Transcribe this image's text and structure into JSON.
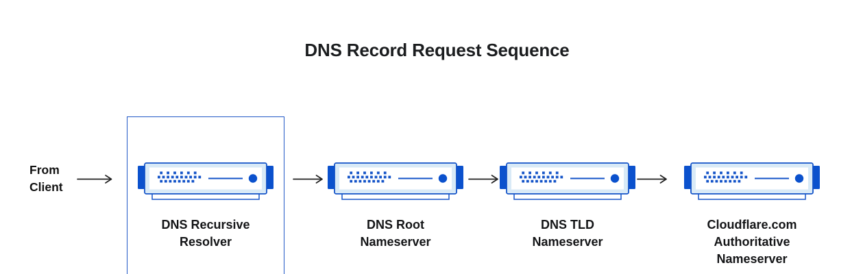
{
  "title": "DNS Record Request Sequence",
  "from_label": {
    "line1": "From",
    "line2": "Client"
  },
  "nodes": [
    {
      "name": "dns-recursive-resolver",
      "icon": "server-icon",
      "highlighted": true,
      "label_lines": [
        "DNS Recursive",
        "Resolver"
      ]
    },
    {
      "name": "dns-root-nameserver",
      "icon": "server-icon",
      "highlighted": false,
      "label_lines": [
        "DNS Root",
        "Nameserver"
      ]
    },
    {
      "name": "dns-tld-nameserver",
      "icon": "server-icon",
      "highlighted": false,
      "label_lines": [
        "DNS TLD",
        "Nameserver"
      ]
    },
    {
      "name": "cloudflare-authoritative-nameserver",
      "icon": "server-icon",
      "highlighted": false,
      "label_lines": [
        "Cloudflare.com",
        "Authoritative",
        "Nameserver"
      ]
    }
  ],
  "connector_icon": "arrow-right-icon",
  "colors": {
    "blue": "#1353c8",
    "tab_blue": "#0b51cd",
    "light_blue": "#d9eaf7",
    "box_border": "#2258c7",
    "arrow": "#222222",
    "text": "#131416",
    "background": "#ffffff"
  }
}
